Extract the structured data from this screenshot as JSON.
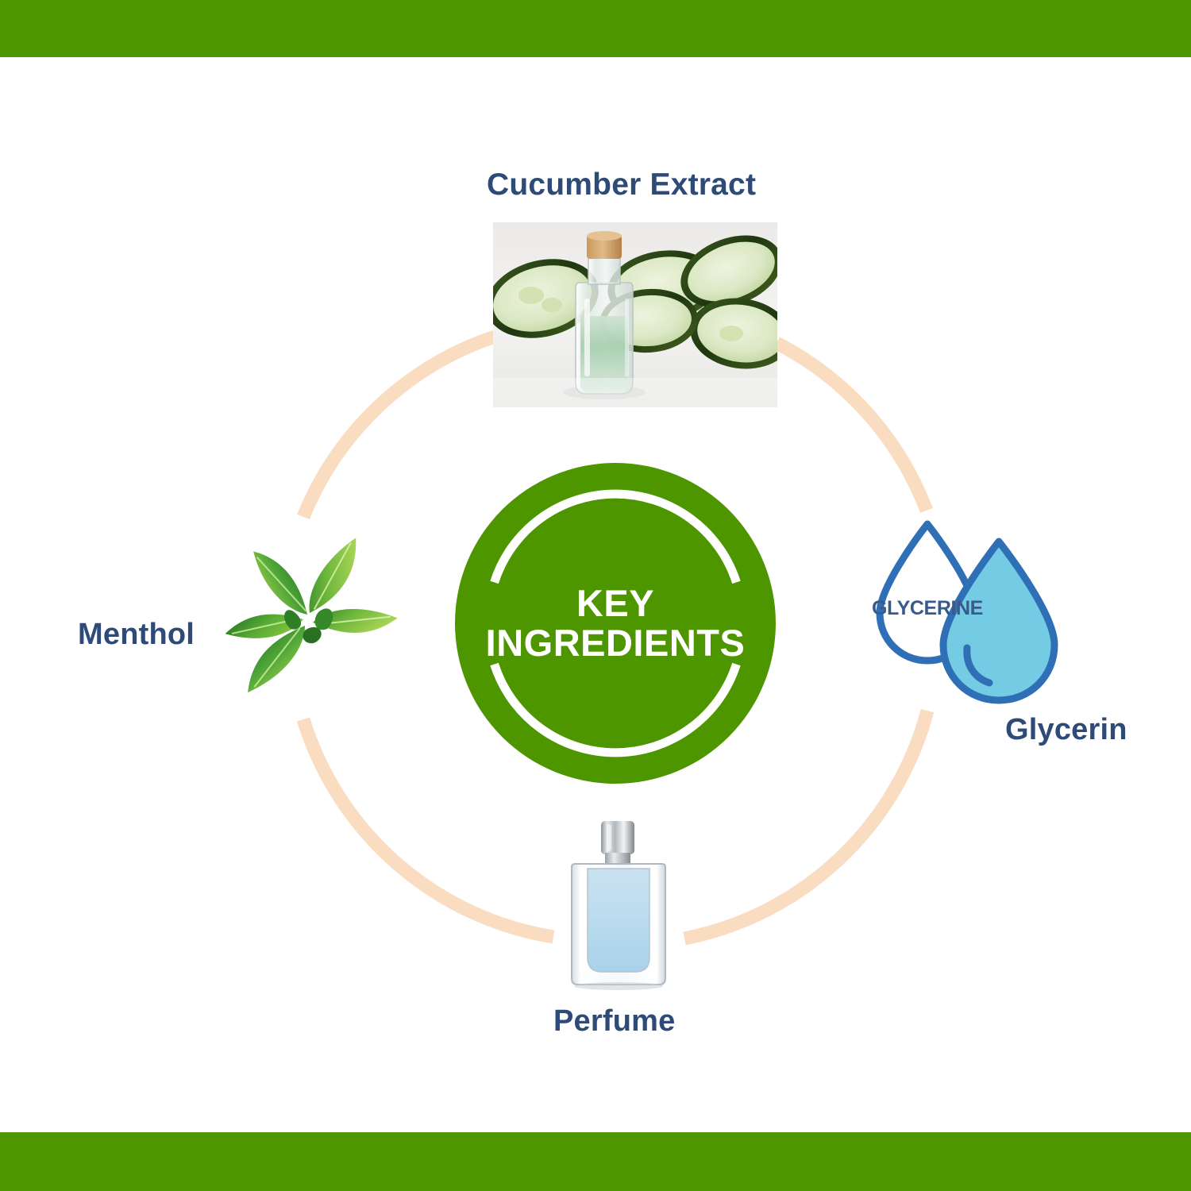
{
  "page": {
    "background_color": "#ffffff",
    "brand_green": "#4e9600",
    "ring_peach": "#fadcc0",
    "label_navy": "#2e4a77"
  },
  "bands": {
    "top_color": "#4e9600",
    "bottom_color": "#4e9600"
  },
  "center_badge": {
    "line1": "KEY",
    "line2": "INGREDIENTS",
    "fill_color": "#4e9600",
    "ring_color": "#ffffff",
    "text_color": "#ffffff"
  },
  "ingredients": [
    {
      "id": "cucumber",
      "label": "Cucumber Extract",
      "position": "top",
      "icon": "cucumber-slices-oil-bottle-photo"
    },
    {
      "id": "glycerin",
      "label": "Glycerin",
      "position": "right",
      "icon": "glycerine-water-drops-icon",
      "icon_caption": "GLYCERINE",
      "icon_colors": {
        "outline": "#2f6fb5",
        "fill": "#74cbe4"
      }
    },
    {
      "id": "perfume",
      "label": "Perfume",
      "position": "bottom",
      "icon": "perfume-bottle-icon",
      "icon_colors": {
        "liquid": "#bcdcf0",
        "cap": "#b9bcc0"
      }
    },
    {
      "id": "menthol",
      "label": "Menthol",
      "position": "left",
      "icon": "mint-leaves-icon",
      "icon_colors": {
        "leaf_dark": "#3f9b33",
        "leaf_light": "#8fc93e"
      }
    }
  ],
  "chart_data": {
    "type": "diagram",
    "title": "KEY INGREDIENTS",
    "layout": "radial-hub-and-spoke",
    "hub": "KEY INGREDIENTS",
    "nodes": [
      {
        "label": "Cucumber Extract",
        "angle_deg": 90
      },
      {
        "label": "Glycerin",
        "angle_deg": 0
      },
      {
        "label": "Perfume",
        "angle_deg": 270
      },
      {
        "label": "Menthol",
        "angle_deg": 180
      }
    ],
    "connector": {
      "shape": "circle",
      "color": "#fadcc0",
      "stroke_width": 16
    }
  }
}
